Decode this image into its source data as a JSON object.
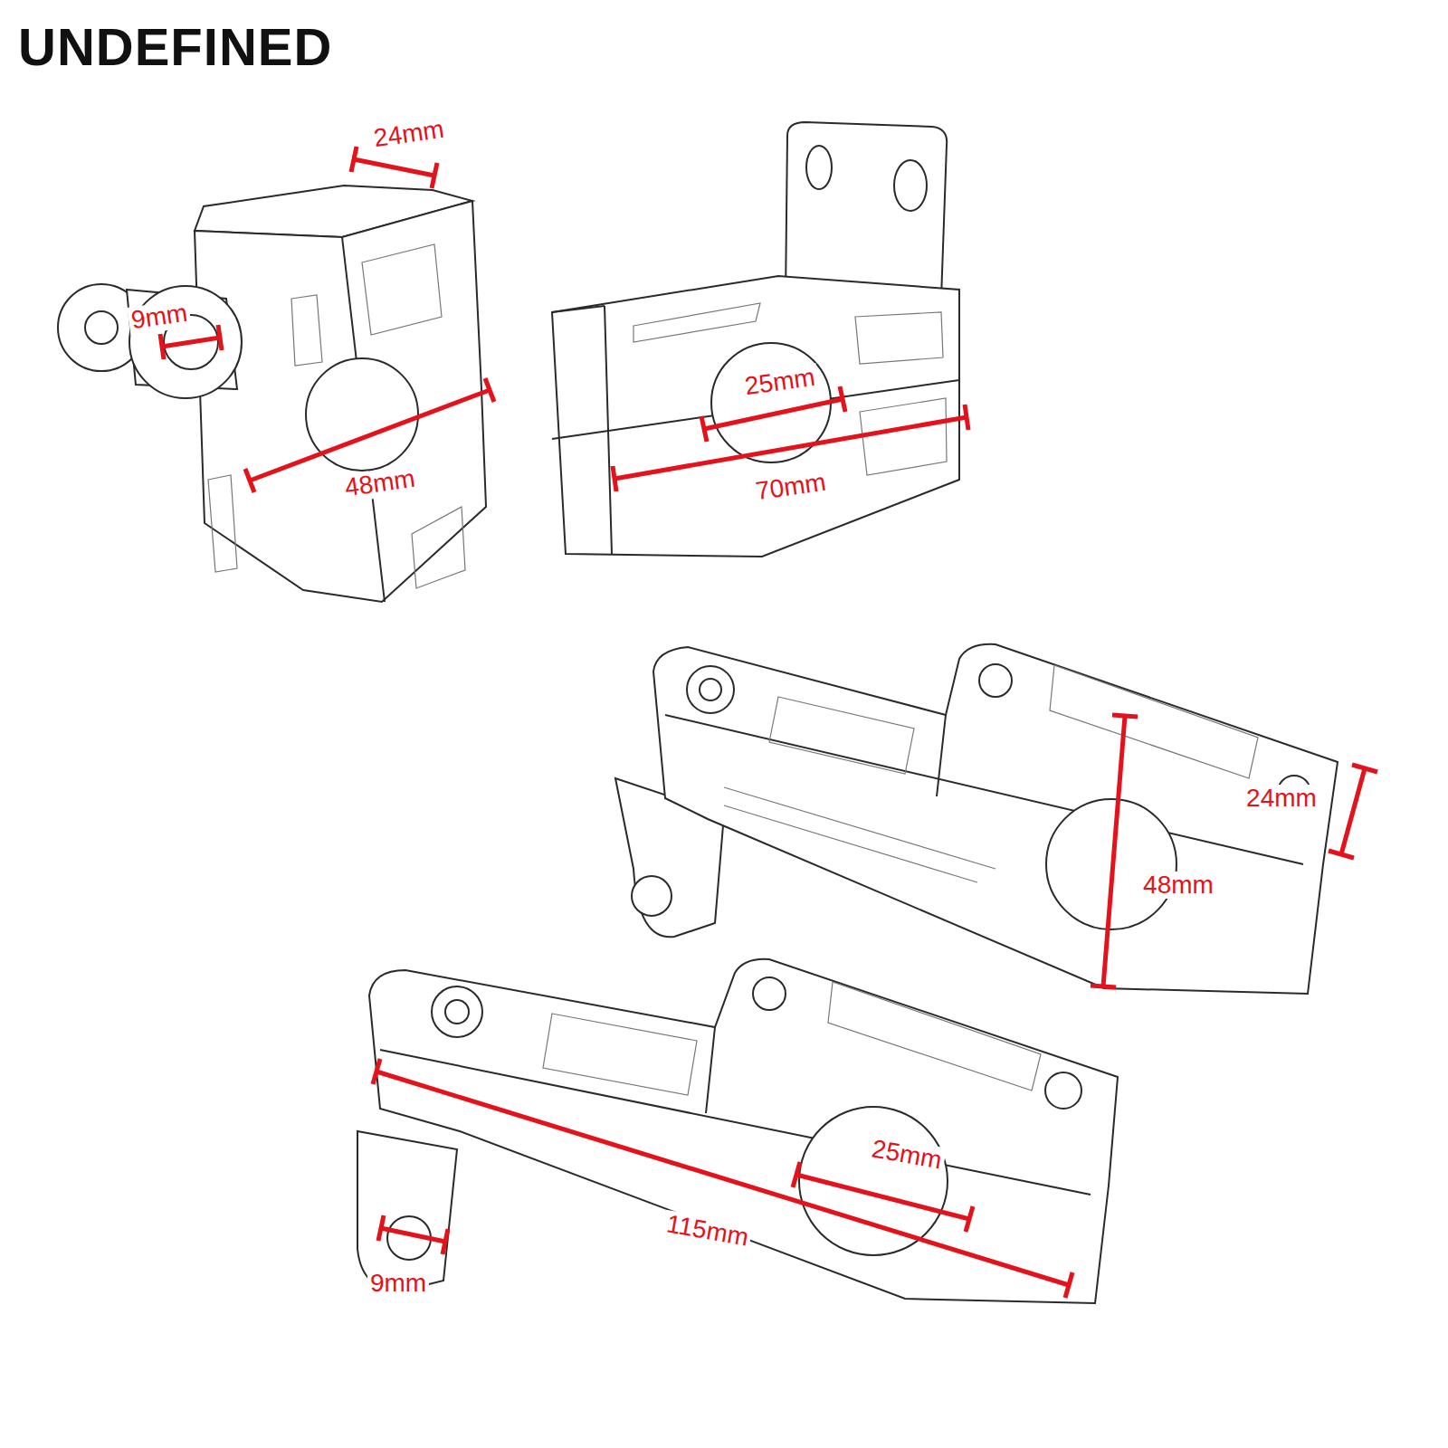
{
  "diagram": {
    "labels": [
      "UNDEFINED",
      "24mm",
      "9mm",
      "48mm",
      "25mm",
      "70mm",
      "24mm",
      "48mm",
      "25mm",
      "115mm",
      "9mm"
    ]
  }
}
